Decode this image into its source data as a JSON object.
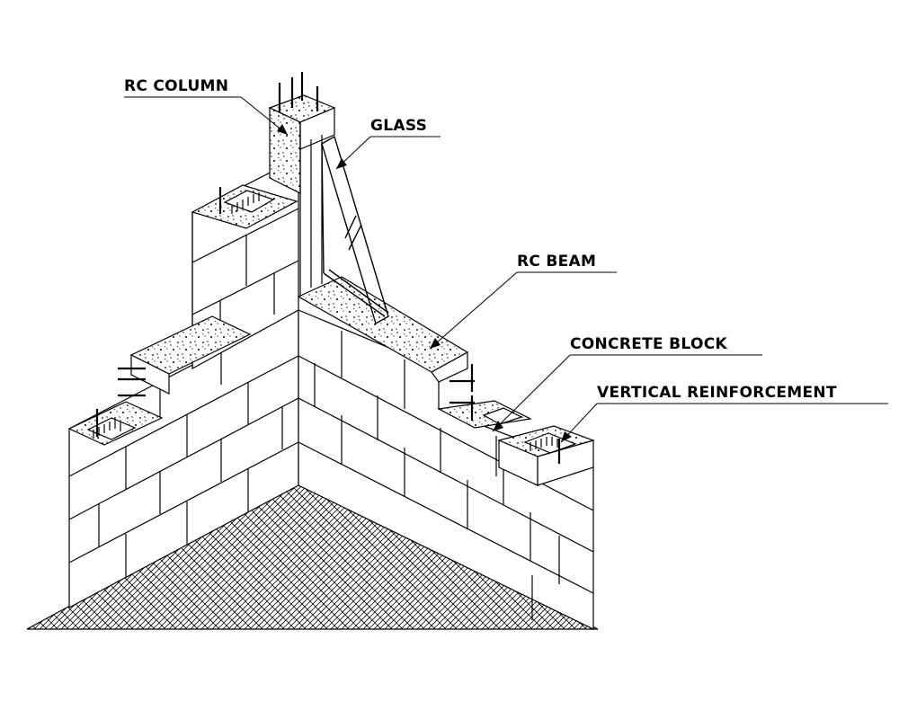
{
  "labels": {
    "rc_column": "RC COLUMN",
    "glass": "GLASS",
    "rc_beam": "RC BEAM",
    "concrete_block": "CONCRETE BLOCK",
    "vertical_reinforcement": "VERTICAL REINFORCEMENT"
  },
  "colors": {
    "line": "#000000",
    "background": "#ffffff",
    "concrete_fill": "#f4f4f4"
  }
}
